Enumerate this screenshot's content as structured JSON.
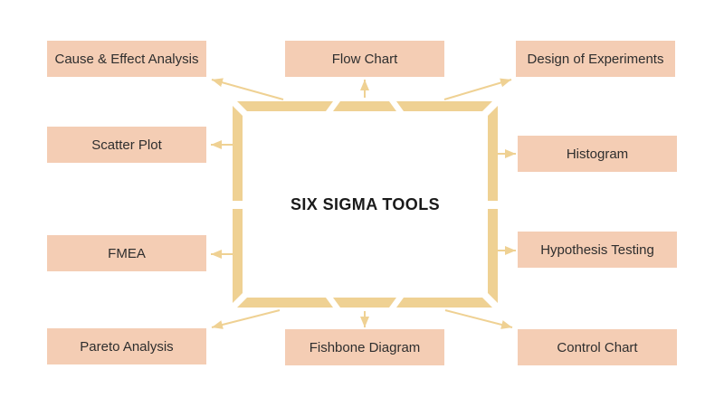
{
  "title": "SIX SIGMA TOOLS",
  "colors": {
    "box_fill": "#F4CDB4",
    "frame": "#EFD193",
    "text": "#2E2E2E",
    "title": "#1A1A1A",
    "background": "#FFFFFF"
  },
  "tools": [
    {
      "id": "cause-effect",
      "label": "Cause & Effect Analysis"
    },
    {
      "id": "flow-chart",
      "label": "Flow Chart"
    },
    {
      "id": "design-experiments",
      "label": "Design of Experiments"
    },
    {
      "id": "scatter-plot",
      "label": "Scatter Plot"
    },
    {
      "id": "histogram",
      "label": "Histogram"
    },
    {
      "id": "fmea",
      "label": "FMEA"
    },
    {
      "id": "hypothesis",
      "label": "Hypothesis Testing"
    },
    {
      "id": "pareto",
      "label": "Pareto Analysis"
    },
    {
      "id": "fishbone",
      "label": "Fishbone Diagram"
    },
    {
      "id": "control-chart",
      "label": "Control Chart"
    }
  ]
}
